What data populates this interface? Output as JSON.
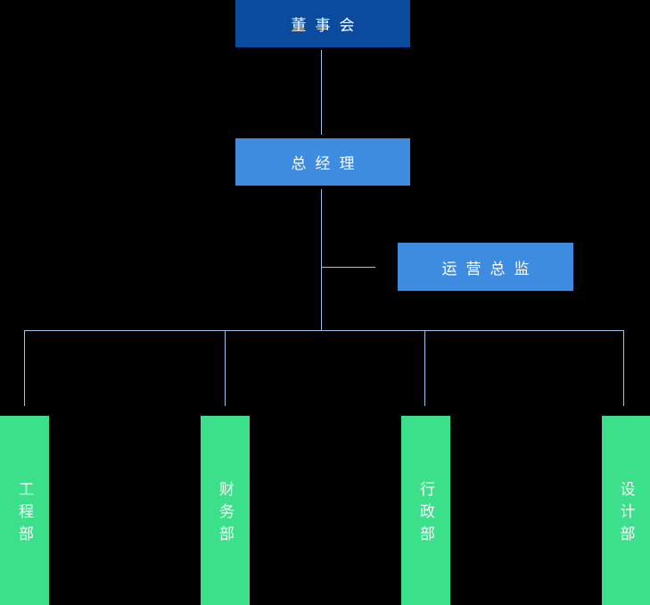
{
  "org": {
    "board": {
      "label": "董事会"
    },
    "general_manager": {
      "label": "总经理"
    },
    "operations_director": {
      "label": "运营总监"
    },
    "departments": [
      {
        "label": "工程部"
      },
      {
        "label": "财务部"
      },
      {
        "label": "行政部"
      },
      {
        "label": "设计部"
      }
    ]
  },
  "colors": {
    "background": "#000000",
    "board_fill": "#0a4b9e",
    "manager_fill": "#3d8ce0",
    "department_fill": "#3ce08a",
    "connector": "#a0c5ec",
    "text": "#ffffff"
  }
}
